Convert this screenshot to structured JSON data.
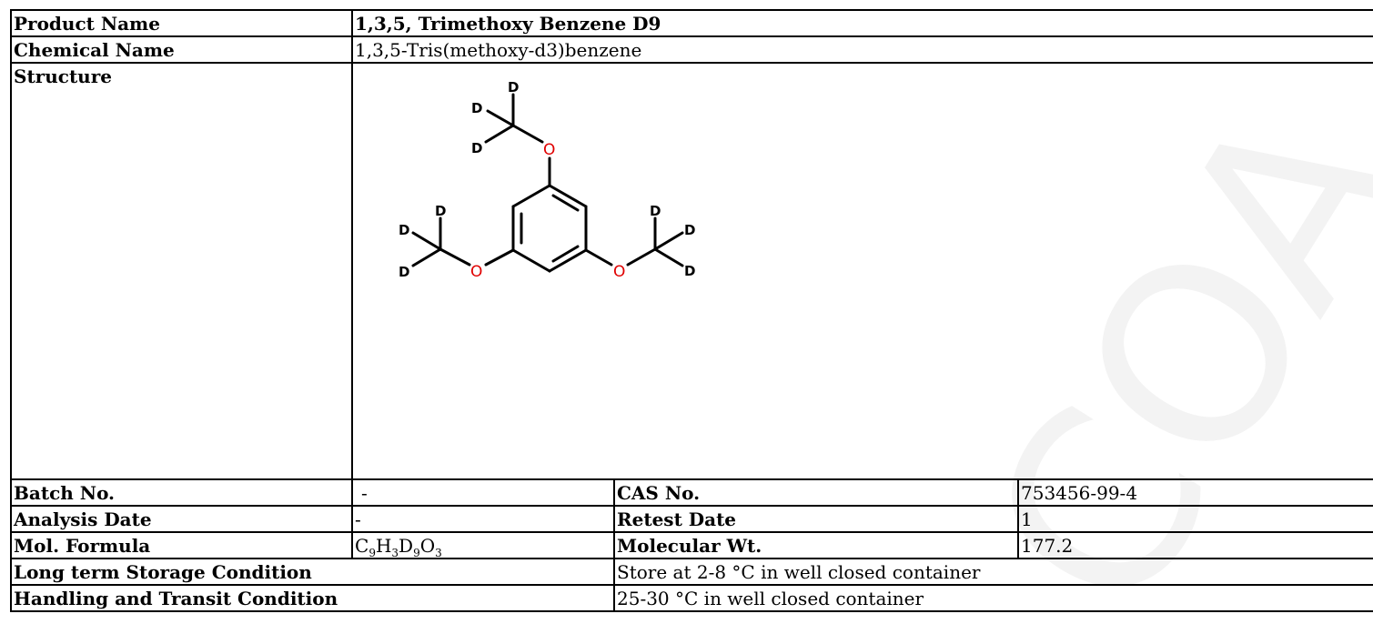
{
  "rows": {
    "product_name": {
      "label": "Product Name",
      "value": "1,3,5, Trimethoxy Benzene D9"
    },
    "chemical_name": {
      "label": "Chemical Name",
      "value": "1,3,5-Tris(methoxy-d3)benzene"
    },
    "structure": {
      "label": "Structure",
      "atom_d": "D",
      "atom_o": "O",
      "atom_color_o": "#e00000"
    },
    "batch_no": {
      "label": "Batch No.",
      "value": "-"
    },
    "cas_no": {
      "label": "CAS No.",
      "value": "753456-99-4"
    },
    "analysis_date": {
      "label": "Analysis Date",
      "value": "-"
    },
    "retest_date": {
      "label": "Retest Date",
      "value": "1"
    },
    "mol_formula": {
      "label": "Mol. Formula",
      "parts": [
        {
          "el": "C",
          "n": "9"
        },
        {
          "el": "H",
          "n": "3"
        },
        {
          "el": "D",
          "n": "9"
        },
        {
          "el": "O",
          "n": "3"
        }
      ]
    },
    "molecular_wt": {
      "label": "Molecular Wt.",
      "value": "177.2"
    },
    "long_term_storage": {
      "label": "Long term Storage Condition",
      "value": "Store at 2-8 °C in well closed container"
    },
    "handling_transit": {
      "label": "Handling and Transit Condition",
      "value": "25-30 °C in well closed container"
    }
  },
  "watermark": {
    "text": "COA"
  }
}
